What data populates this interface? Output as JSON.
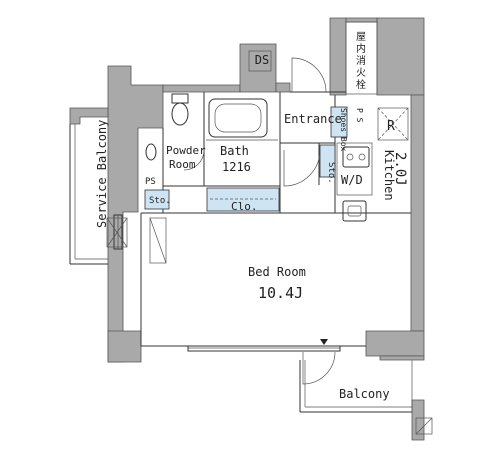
{
  "rooms": {
    "bed_room": {
      "name": "Bed Room",
      "area": "10.4J"
    },
    "kitchen": {
      "name": "Kitchen",
      "area": "2.0J"
    },
    "bath": {
      "name": "Bath",
      "size": "1216"
    },
    "powder_room": {
      "line1": "Powder",
      "line2": "Room"
    },
    "entrance": {
      "name": "Entrance"
    },
    "service_balcony": {
      "name": "Service Balcony"
    },
    "balcony": {
      "name": "Balcony"
    }
  },
  "labels": {
    "ds": "DS",
    "ps_left": "PS",
    "ps_right": "P S",
    "sto_left": "Sto.",
    "sto_right": "Sto.",
    "clo": "Clo.",
    "shoes_box": "Shoes Box",
    "wd": "W/D",
    "r": "R",
    "fire_hydrant": [
      "屋",
      "内",
      "消",
      "火",
      "栓"
    ]
  },
  "colors": {
    "wall": "#a9a9a9",
    "storage": "#cfe4f3",
    "line": "#333333"
  }
}
